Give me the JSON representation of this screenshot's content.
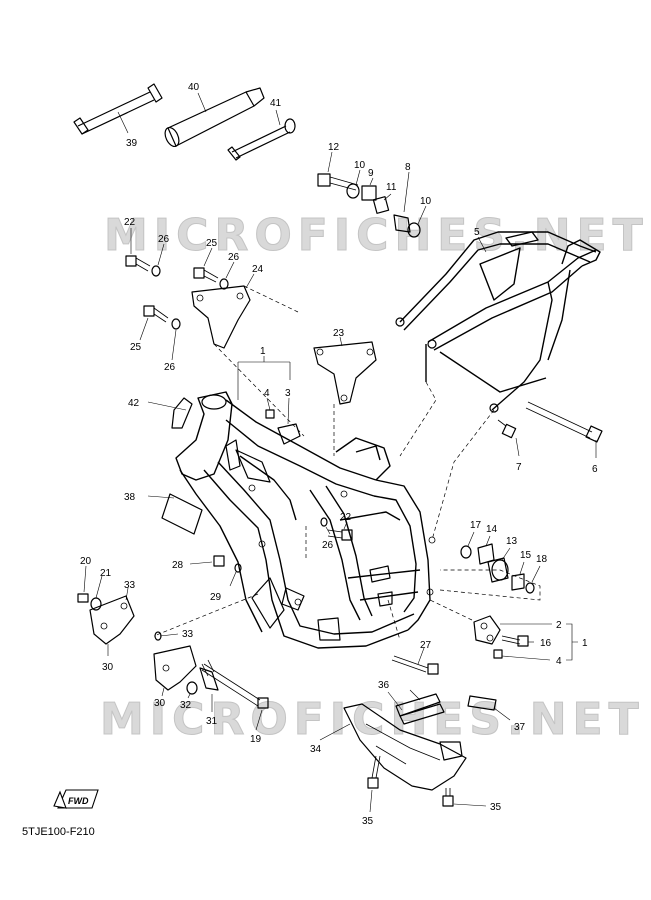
{
  "diagram_code": "5TJE100-F210",
  "watermarks": [
    "MICROFICHES.NET",
    "MICROFICHES.NET"
  ],
  "fwd_label": "FWD",
  "callouts": [
    {
      "id": "39",
      "label": "39"
    },
    {
      "id": "40",
      "label": "40"
    },
    {
      "id": "41",
      "label": "41"
    },
    {
      "id": "12",
      "label": "12"
    },
    {
      "id": "10a",
      "label": "10"
    },
    {
      "id": "9",
      "label": "9"
    },
    {
      "id": "11",
      "label": "11"
    },
    {
      "id": "8",
      "label": "8"
    },
    {
      "id": "10b",
      "label": "10"
    },
    {
      "id": "5",
      "label": "5"
    },
    {
      "id": "22a",
      "label": "22"
    },
    {
      "id": "26a",
      "label": "26"
    },
    {
      "id": "25a",
      "label": "25"
    },
    {
      "id": "26b",
      "label": "26"
    },
    {
      "id": "24",
      "label": "24"
    },
    {
      "id": "25b",
      "label": "25"
    },
    {
      "id": "26c",
      "label": "26"
    },
    {
      "id": "23",
      "label": "23"
    },
    {
      "id": "1a",
      "label": "1"
    },
    {
      "id": "4a",
      "label": "4"
    },
    {
      "id": "3",
      "label": "3"
    },
    {
      "id": "42",
      "label": "42"
    },
    {
      "id": "7",
      "label": "7"
    },
    {
      "id": "6",
      "label": "6"
    },
    {
      "id": "38",
      "label": "38"
    },
    {
      "id": "22b",
      "label": "22"
    },
    {
      "id": "26d",
      "label": "26"
    },
    {
      "id": "17",
      "label": "17"
    },
    {
      "id": "14",
      "label": "14"
    },
    {
      "id": "13",
      "label": "13"
    },
    {
      "id": "15",
      "label": "15"
    },
    {
      "id": "18",
      "label": "18"
    },
    {
      "id": "28",
      "label": "28"
    },
    {
      "id": "20",
      "label": "20"
    },
    {
      "id": "21",
      "label": "21"
    },
    {
      "id": "33a",
      "label": "33"
    },
    {
      "id": "29",
      "label": "29"
    },
    {
      "id": "2",
      "label": "2"
    },
    {
      "id": "1b",
      "label": "1"
    },
    {
      "id": "16",
      "label": "16"
    },
    {
      "id": "4b",
      "label": "4"
    },
    {
      "id": "33b",
      "label": "33"
    },
    {
      "id": "27",
      "label": "27"
    },
    {
      "id": "30a",
      "label": "30"
    },
    {
      "id": "36",
      "label": "36"
    },
    {
      "id": "30b",
      "label": "30"
    },
    {
      "id": "32",
      "label": "32"
    },
    {
      "id": "31",
      "label": "31"
    },
    {
      "id": "37",
      "label": "37"
    },
    {
      "id": "19",
      "label": "19"
    },
    {
      "id": "34",
      "label": "34"
    },
    {
      "id": "35a",
      "label": "35"
    },
    {
      "id": "35b",
      "label": "35"
    }
  ]
}
